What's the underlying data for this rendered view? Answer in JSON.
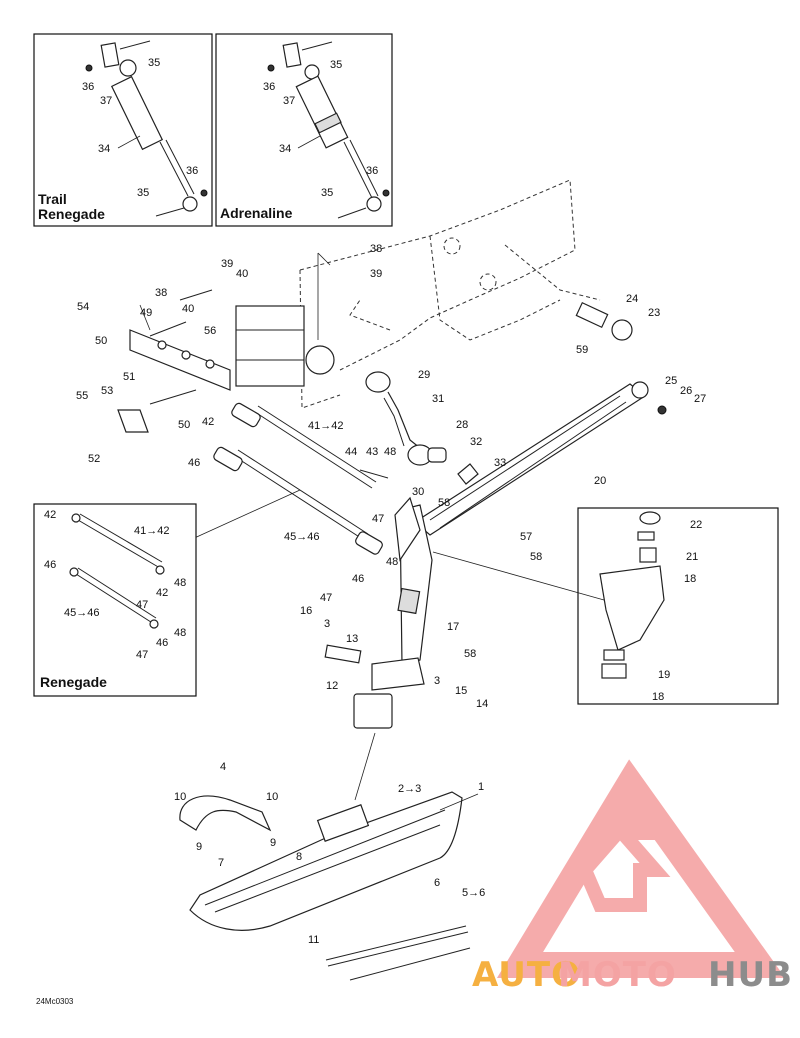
{
  "insets": {
    "trail": {
      "title_line1": "Trail",
      "title_line2": "Renegade",
      "labels": [
        "35",
        "36",
        "37",
        "34",
        "36",
        "35"
      ]
    },
    "adrenaline": {
      "title": "Adrenaline",
      "labels": [
        "35",
        "36",
        "37",
        "34",
        "36",
        "35"
      ]
    },
    "renegade": {
      "title": "Renegade",
      "labels": [
        "42",
        "41→42",
        "46",
        "48",
        "42",
        "45→46",
        "47",
        "48",
        "46",
        "47"
      ]
    },
    "detail_right": {
      "labels": [
        "22",
        "21",
        "18",
        "19",
        "18"
      ]
    }
  },
  "main_labels": {
    "l38a": "38",
    "l39a": "39",
    "l38b": "38",
    "l39b": "39",
    "l40a": "40",
    "l54": "54",
    "l49": "49",
    "l40b": "40",
    "l56": "56",
    "l50a": "50",
    "l51": "51",
    "l55": "55",
    "l53": "53",
    "l50b": "50",
    "l42": "42",
    "l52": "52",
    "l41": "41→42",
    "l46": "46",
    "l44": "44",
    "l43": "43",
    "l48a": "48",
    "l47a": "47",
    "l45": "45→46",
    "l48b": "48",
    "l46b": "46",
    "l47b": "47",
    "l29": "29",
    "l31": "31",
    "l28": "28",
    "l32": "32",
    "l33": "33",
    "l30": "30",
    "l58a": "58",
    "l20": "20",
    "l57": "57",
    "l58b": "58",
    "l24": "24",
    "l23": "23",
    "l59": "59",
    "l25": "25",
    "l26": "26",
    "l27": "27",
    "l16": "16",
    "l3a": "3",
    "l13": "13",
    "l17": "17",
    "l58c": "58",
    "l12": "12",
    "l3b": "3",
    "l15": "15",
    "l14": "14",
    "l4": "4",
    "l10a": "10",
    "l10b": "10",
    "l9a": "9",
    "l9b": "9",
    "l7": "7",
    "l8": "8",
    "l1": "1",
    "l23b": "2→3",
    "l6": "6",
    "l56b": "5→6",
    "l11": "11"
  },
  "reference_code": "24Mc0303",
  "watermark": {
    "part1": "AUTO",
    "part2": "MOTO",
    "part3": "HUB",
    "color_orange": "#f5b041",
    "color_red": "#f4a3a3",
    "color_gray": "#8c8c8c"
  }
}
